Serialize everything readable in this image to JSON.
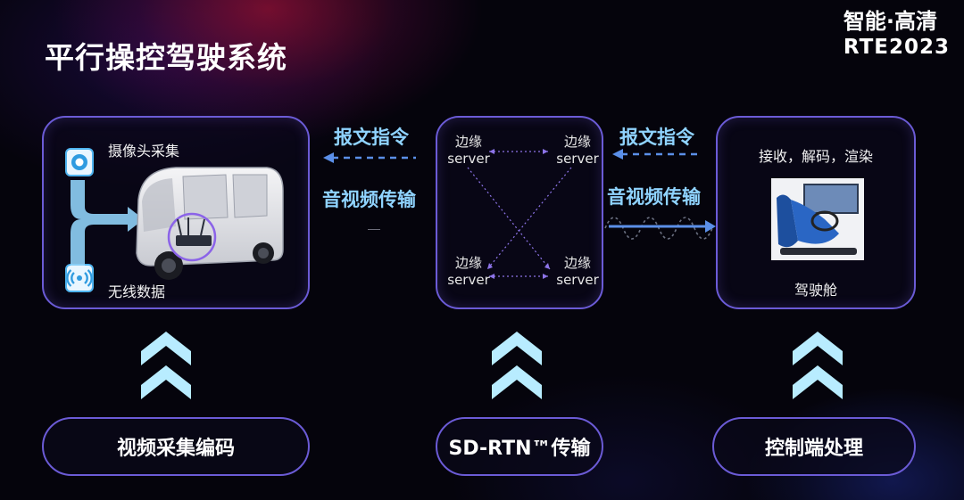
{
  "header": {
    "title": "平行操控驾驶系统"
  },
  "brand": {
    "line1": "智能·高清",
    "line2": "RTE2023"
  },
  "left_card": {
    "camera_label": "摄像头采集",
    "wireless_label": "无线数据"
  },
  "left_link": {
    "command": "报文指令",
    "media": "音视频传输"
  },
  "middle_card": {
    "tl_cn": "边缘",
    "tl_en": "server",
    "tr_cn": "边缘",
    "tr_en": "server",
    "bl_cn": "边缘",
    "bl_en": "server",
    "br_cn": "边缘",
    "br_en": "server"
  },
  "right_link": {
    "command": "报文指令",
    "media": "音视频传输"
  },
  "right_card": {
    "header": "接收，解码，渲染",
    "cockpit_label": "驾驶舱"
  },
  "bottom": {
    "left": "视频采集编码",
    "middle": "SD-RTN™传输",
    "right": "控制端处理"
  },
  "colors": {
    "accent_border": "#6b5bd6",
    "link_blue": "#8fd3ff",
    "chevron": "#b8ecff",
    "arrow_blue": "#5b8fe8"
  },
  "icons": [
    "camera-icon",
    "wireless-icon",
    "vehicle-image",
    "router-icon",
    "cockpit-image",
    "chevron-up-icon"
  ]
}
